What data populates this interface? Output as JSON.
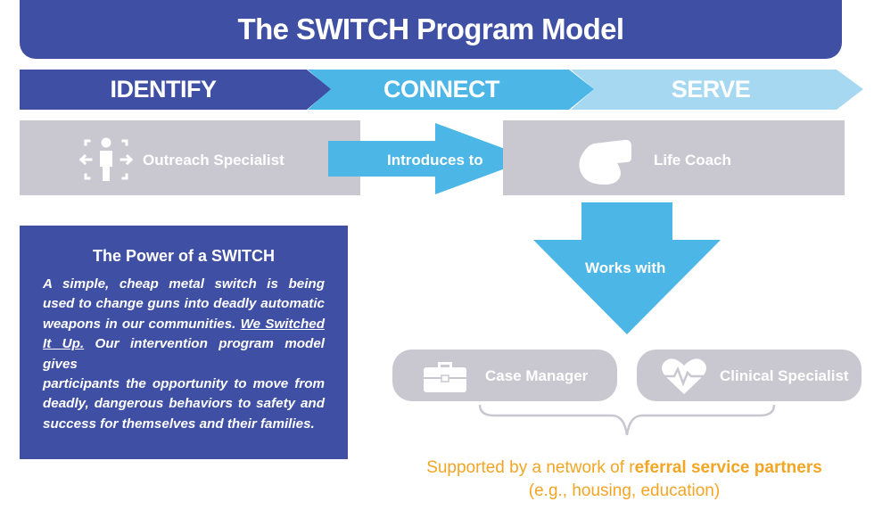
{
  "header": {
    "title": "The SWITCH Program Model"
  },
  "stages": {
    "identify": "IDENTIFY",
    "connect": "CONNECT",
    "serve": "SERVE"
  },
  "roles": {
    "outreach": "Outreach Specialist",
    "life_coach": "Life Coach",
    "case_manager": "Case Manager",
    "clinical": "Clinical Specialist"
  },
  "connectors": {
    "introduces": "Introduces to",
    "works_with": "Works with"
  },
  "power": {
    "title": "The Power of a SWITCH",
    "line1": "A simple, cheap metal switch is being",
    "line2": "used to change guns into deadly automatic",
    "line3a": "weapons in our communities.",
    "line3b": "We Switched",
    "line4a": "It Up.",
    "line4b": "Our intervention program model gives",
    "line5": "participants the opportunity to move from",
    "line6": "deadly, dangerous behaviors to safety and",
    "line7": "success for themselves and their families."
  },
  "support": {
    "prefix": "Supported by a network of r",
    "bold": "eferral service partners",
    "line2": "(e.g., housing, education)"
  },
  "colors": {
    "navy": "#3f4fa3",
    "cyan": "#4cb6e6",
    "light_blue": "#a7d8f2",
    "gray": "#c9c8d0",
    "orange": "#f3a524"
  },
  "icons": [
    "outreach-person-icon",
    "whistle-icon",
    "briefcase-icon",
    "heart-pulse-icon",
    "brace-icon"
  ]
}
